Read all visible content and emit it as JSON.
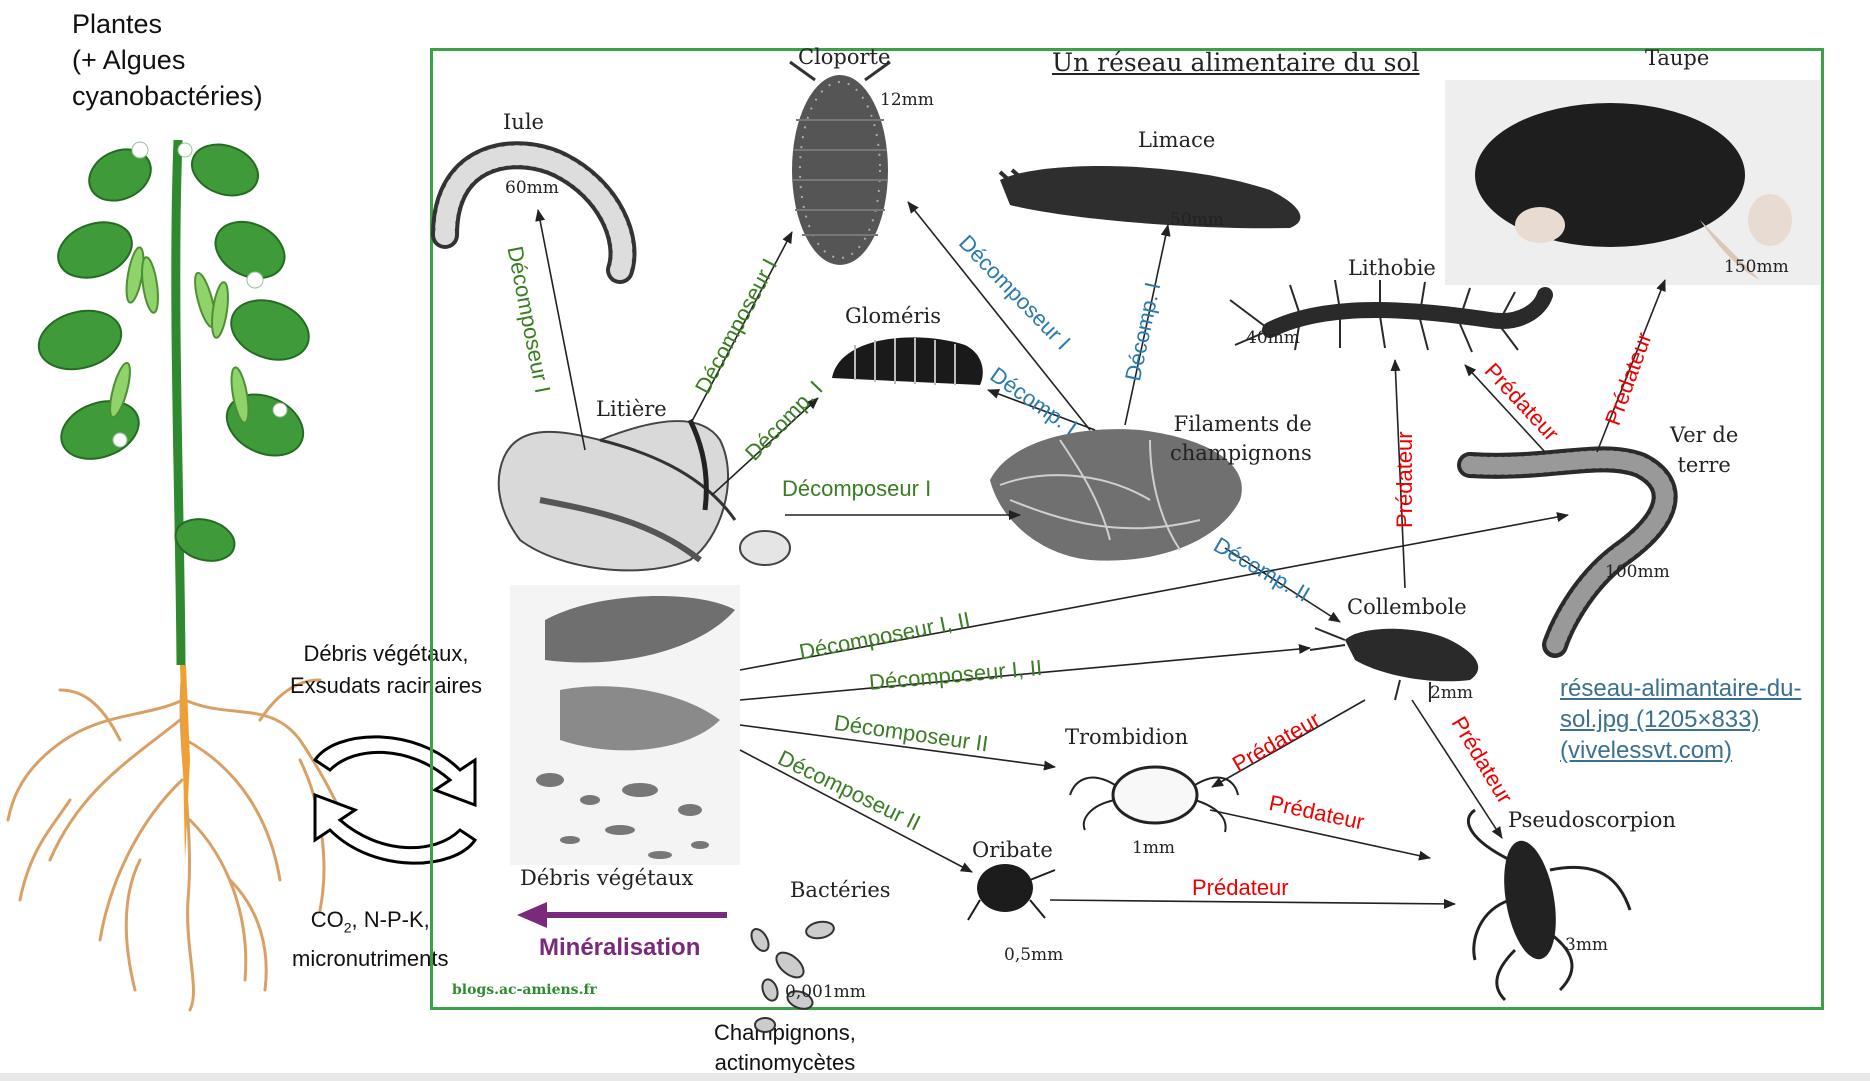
{
  "plant": {
    "title_line1": "Plantes",
    "title_line2": "(+ Algues",
    "title_line3": "cyanobactéries)"
  },
  "cycle": {
    "input_line1": "Débris végétaux,",
    "input_line2": "Exsudats racinaires",
    "output_line1_main": "CO",
    "output_line1_sub": "2",
    "output_line1_rest": ", N-P-K,",
    "output_line2": "micronutriments",
    "mineralisation": "Minéralisation",
    "decomposers_line1": "Champignons,",
    "decomposers_line2": "actinomycètes"
  },
  "foodweb": {
    "title": "Un réseau alimentaire du sol",
    "credit": "blogs.ac-amiens.fr",
    "organisms": {
      "iule": {
        "name": "Iule",
        "size": "60mm"
      },
      "cloporte": {
        "name": "Cloporte",
        "size": "12mm"
      },
      "limace": {
        "name": "Limace",
        "size": "50mm"
      },
      "taupe": {
        "name": "Taupe",
        "size": "150mm"
      },
      "glomeris": {
        "name": "Gloméris"
      },
      "lithobie": {
        "name": "Lithobie",
        "size": "40mm"
      },
      "litiere": {
        "name": "Litière"
      },
      "filaments_line1": "Filaments de",
      "filaments_line2": "champignons",
      "ver_line1": "Ver de",
      "ver_line2": "terre",
      "ver_size": "100mm",
      "collembole": {
        "name": "Collembole",
        "size": "2mm"
      },
      "debris": {
        "name": "Débris végétaux"
      },
      "trombidion": {
        "name": "Trombidion",
        "size": "1mm"
      },
      "pseudoscorpion": {
        "name": "Pseudoscorpion",
        "size": "3mm"
      },
      "oribate": {
        "name": "Oribate",
        "size": "0,5mm"
      },
      "bacteries": {
        "name": "Bactéries",
        "size": "0,001mm"
      }
    },
    "labels": {
      "dec1": "Décomposeur I",
      "decomp1": "Décomp. I",
      "decomp2": "Décomp. II",
      "dec12": "Décomposeur I, II",
      "dec2": "Décomposeur II",
      "pred": "Prédateur"
    }
  },
  "source": {
    "line1": "réseau-alimantaire-du-",
    "line2": "sol.jpg (1205×833)",
    "line3": "(vivelessvt.com)"
  },
  "colors": {
    "frame": "#3aa148",
    "decomposer_green": "#3a7d22",
    "decomposer_blue": "#2a7ab0",
    "predator_red": "#ee0000",
    "mineralisation_purple": "#7a2a7a",
    "link": "#3a7090"
  }
}
